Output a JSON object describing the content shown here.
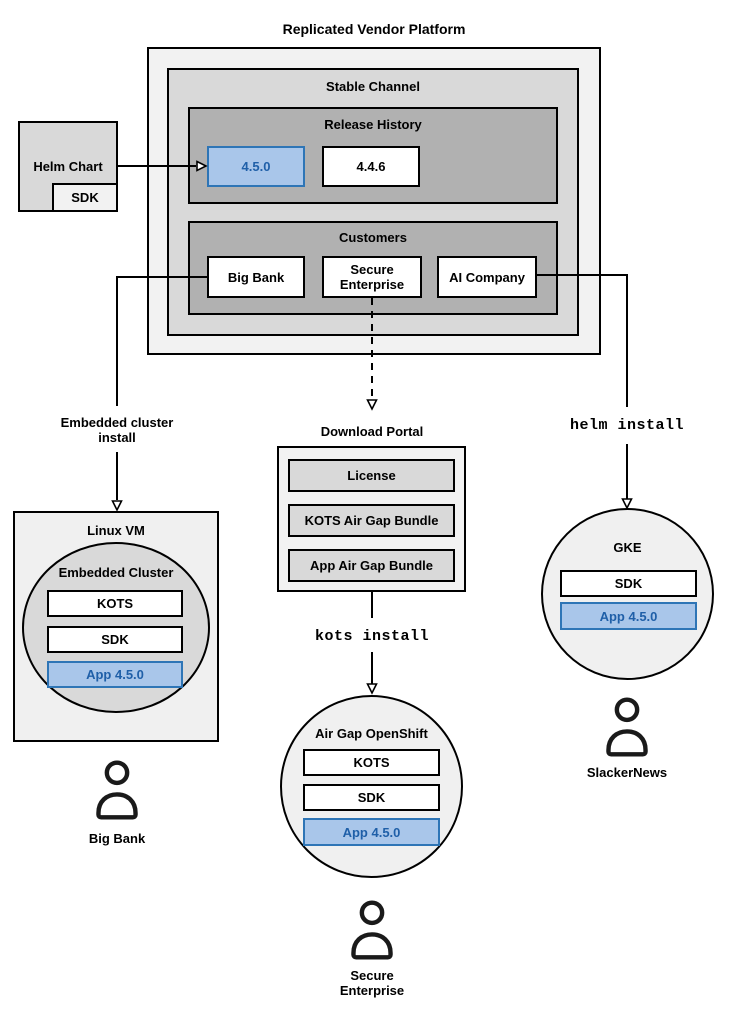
{
  "diagram_title": "Replicated Vendor Platform",
  "stable_channel": {
    "title": "Stable Channel",
    "release_history": {
      "title": "Release History",
      "releases": [
        {
          "version": "4.5.0",
          "highlighted": true
        },
        {
          "version": "4.4.6",
          "highlighted": false
        }
      ]
    },
    "customers": {
      "title": "Customers",
      "names": [
        "Big Bank",
        "Secure Enterprise",
        "AI Company"
      ]
    }
  },
  "helm_chart": {
    "title": "Helm Chart",
    "sdk": "SDK"
  },
  "labels": {
    "embedded_install": "Embedded cluster install",
    "helm_install": "helm install",
    "kots_install": "kots install"
  },
  "download_portal": {
    "title": "Download Portal",
    "items": [
      "License",
      "KOTS Air Gap Bundle",
      "App Air Gap Bundle"
    ]
  },
  "linux_vm": {
    "title": "Linux VM",
    "embedded_cluster": {
      "title": "Embedded Cluster",
      "kots": "KOTS",
      "sdk": "SDK",
      "app": "App 4.5.0"
    }
  },
  "air_gap_openshift": {
    "title": "Air Gap OpenShift",
    "kots": "KOTS",
    "sdk": "SDK",
    "app": "App 4.5.0"
  },
  "gke": {
    "title": "GKE",
    "sdk": "SDK",
    "app": "App 4.5.0"
  },
  "personas": {
    "big_bank": "Big Bank",
    "secure_enterprise": "Secure Enterprise",
    "slackernews": "SlackerNews"
  },
  "colors": {
    "highlight_fill": "#a9c6ea",
    "highlight_border": "#2e75b6",
    "highlight_text": "#1f5fa8",
    "gray_light": "#f2f2f2",
    "gray_mid": "#d9d9d9",
    "gray_dark": "#b1b1b1",
    "node_fill": "#f0f0f0",
    "line": "#000000"
  }
}
